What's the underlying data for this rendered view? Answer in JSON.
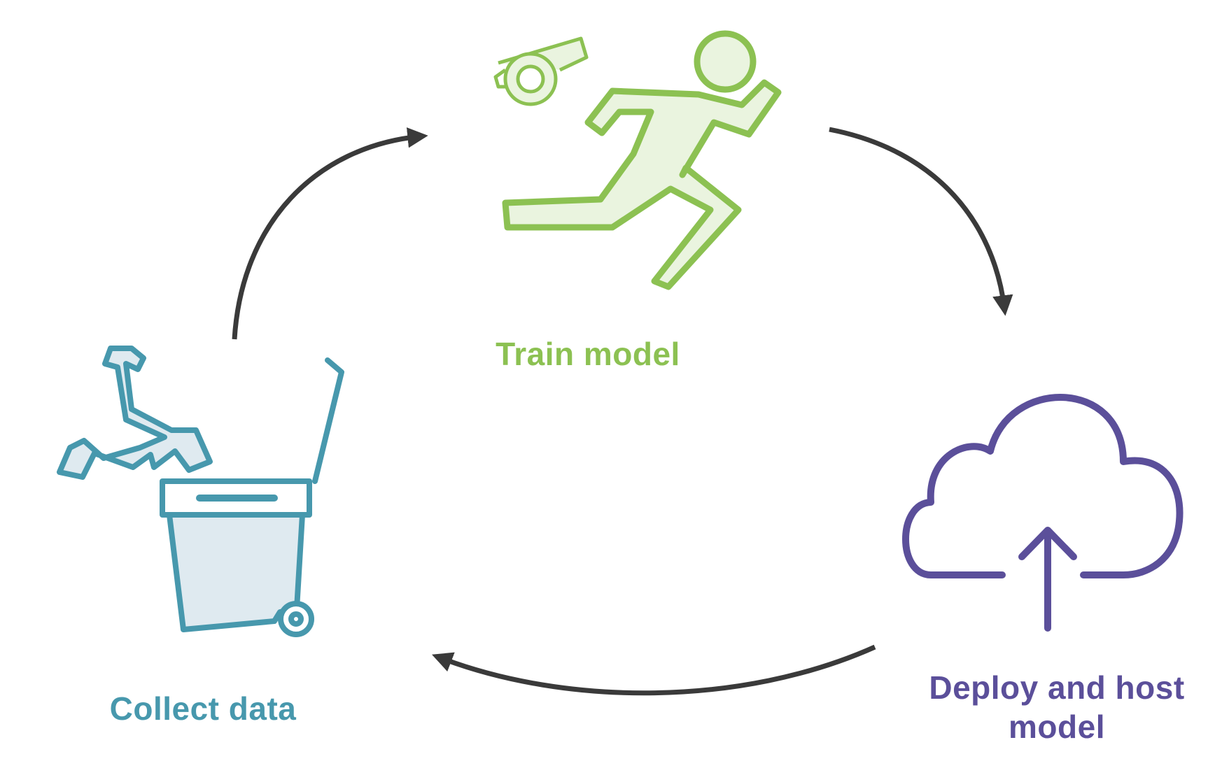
{
  "colors": {
    "train": "#8cc152",
    "train_fill": "#eaf4df",
    "collect": "#4798ad",
    "collect_fill": "#dfeaf0",
    "deploy": "#5b4f9a",
    "arrow": "#3a3a3a"
  },
  "icons": {
    "train": "running-person-icon",
    "whistle": "whistle-icon",
    "collect": "person-in-trash-bin-icon",
    "deploy": "cloud-upload-icon"
  },
  "steps": {
    "train": {
      "label": "Train model"
    },
    "collect": {
      "label": "Collect data"
    },
    "deploy": {
      "line1": "Deploy and host",
      "line2": "model"
    }
  }
}
